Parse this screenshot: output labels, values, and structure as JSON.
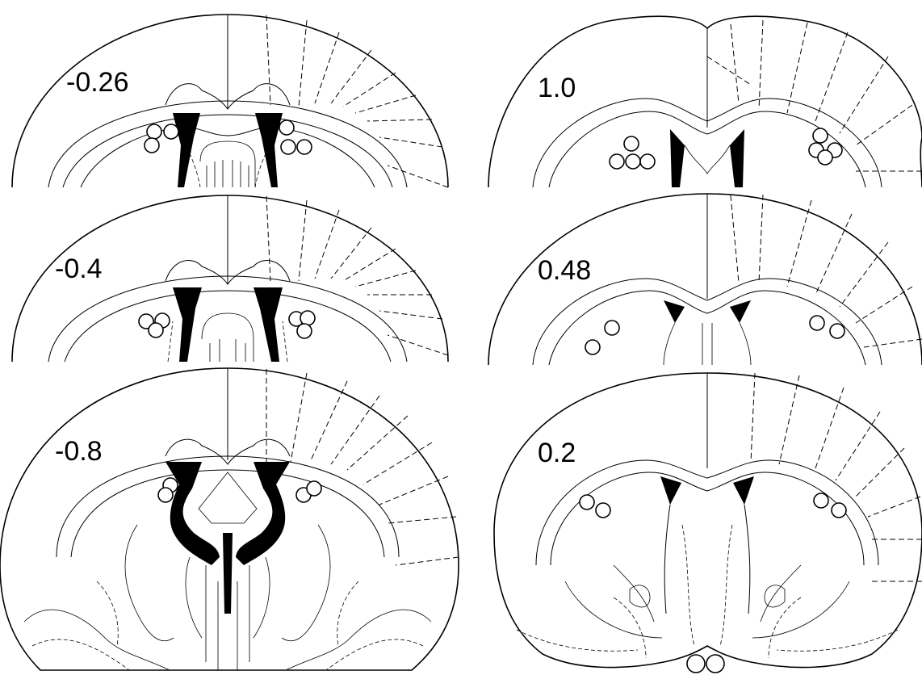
{
  "figure": {
    "sections": [
      {
        "id": "s1",
        "label": "-0.26",
        "marker_count": 6
      },
      {
        "id": "s2",
        "label": "-0.4",
        "marker_count": 6
      },
      {
        "id": "s3",
        "label": "-0.8",
        "marker_count": 4
      },
      {
        "id": "s4",
        "label": "1.0",
        "marker_count": 8
      },
      {
        "id": "s5",
        "label": "0.48",
        "marker_count": 4
      },
      {
        "id": "s6",
        "label": "0.2",
        "marker_count": 6
      }
    ]
  }
}
